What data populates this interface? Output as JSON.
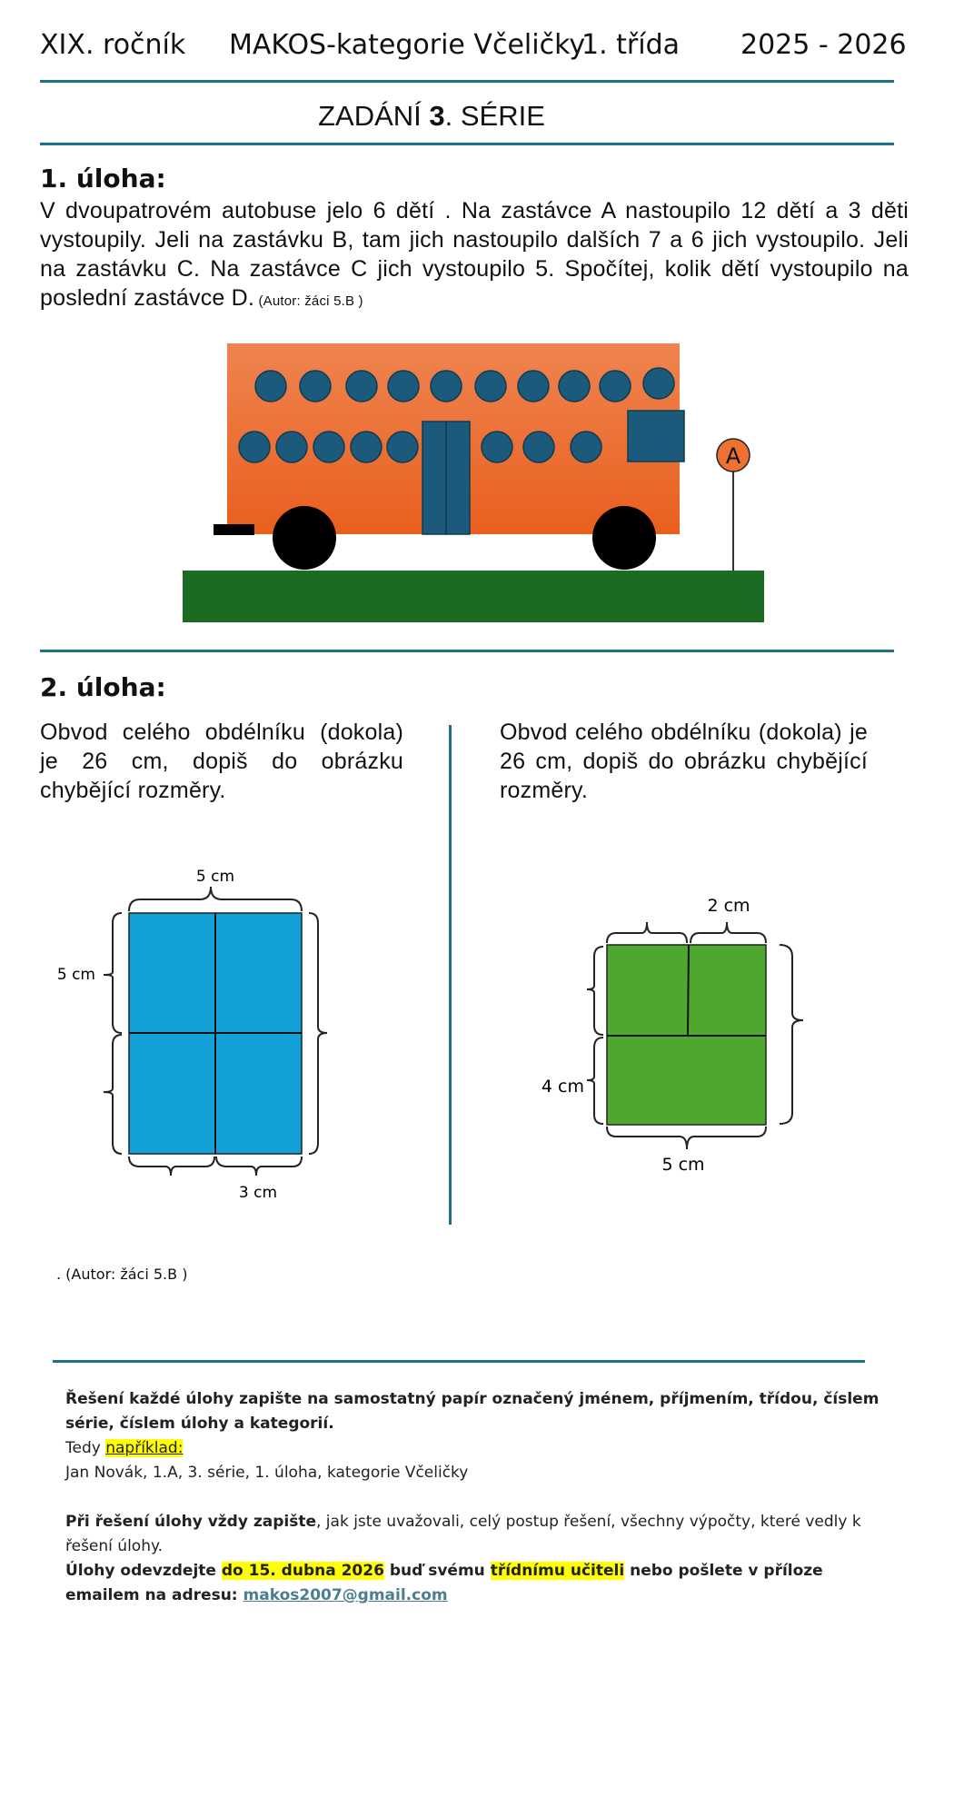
{
  "header": {
    "edition": "XIX. ročník",
    "category": "MAKOS-kategorie Včeličky",
    "grade": "1. třída",
    "year": "2025 - 2026"
  },
  "title": {
    "prefix": "ZADÁNÍ ",
    "number": "3",
    "suffix": ". SÉRIE"
  },
  "task1": {
    "heading": "1. úloha:",
    "text": "V dvoupatrovém autobuse jelo 6 dětí . Na zastávce A nastoupilo  12 dětí a 3 děti vystoupily. Jeli na zastávku B,  tam jich nastoupilo dalších 7 a 6 jich vystoupilo. Jeli na zastávku C.  Na zastávce C jich vystoupilo 5. Spočítej, kolik dětí vystoupilo na poslední zastávce D.",
    "author": " (Autor: žáci 5.B )",
    "stop_label": "A",
    "colors": {
      "bus_top": "#ee8450",
      "bus_bottom": "#ea5f1e",
      "window": "#1b5a7a",
      "ground": "#1c6b22"
    }
  },
  "task2": {
    "heading": "2. úloha:",
    "left_text": "Obvod celého obdélníku (dokola) je 26 cm, dopiš do obrázku chybějící rozměry.",
    "right_text": "Obvod celého obdélníku (dokola) je 26 cm, dopiš do obrázku chybějící rozměry.",
    "left_figure": {
      "top_label": "5 cm",
      "left_label": "5 cm",
      "bottom_label": "3 cm",
      "fill": "#12a0d9"
    },
    "right_figure": {
      "top_label": "2 cm",
      "left_label": "4 cm",
      "bottom_label": "5 cm",
      "fill": "#4ea72e"
    },
    "author": ".  (Autor: žáci 5.B )"
  },
  "footer": {
    "line1": "Řešení každé úlohy zapište na samostatný papír označený jménem, příjmením, třídou, číslem série, číslem úlohy a kategorií.",
    "example_prefix": "Tedy ",
    "example_highlight": "například:",
    "example": "Jan Novák, 1.A, 3. série, 1. úloha, kategorie Včeličky",
    "process_bold": "Při řešení úlohy vždy zapište",
    "process_rest": ", jak jste uvažovali, celý postup řešení, všechny výpočty, které vedly k řešení úlohy.",
    "submit_1": "Úlohy odevzdejte ",
    "submit_date": "do 15. dubna 2026",
    "submit_2": " buď svému ",
    "submit_teacher": "třídnímu učiteli",
    "submit_3": " nebo pošlete v příloze emailem na adresu: ",
    "email": "makos2007@gmail.com"
  }
}
